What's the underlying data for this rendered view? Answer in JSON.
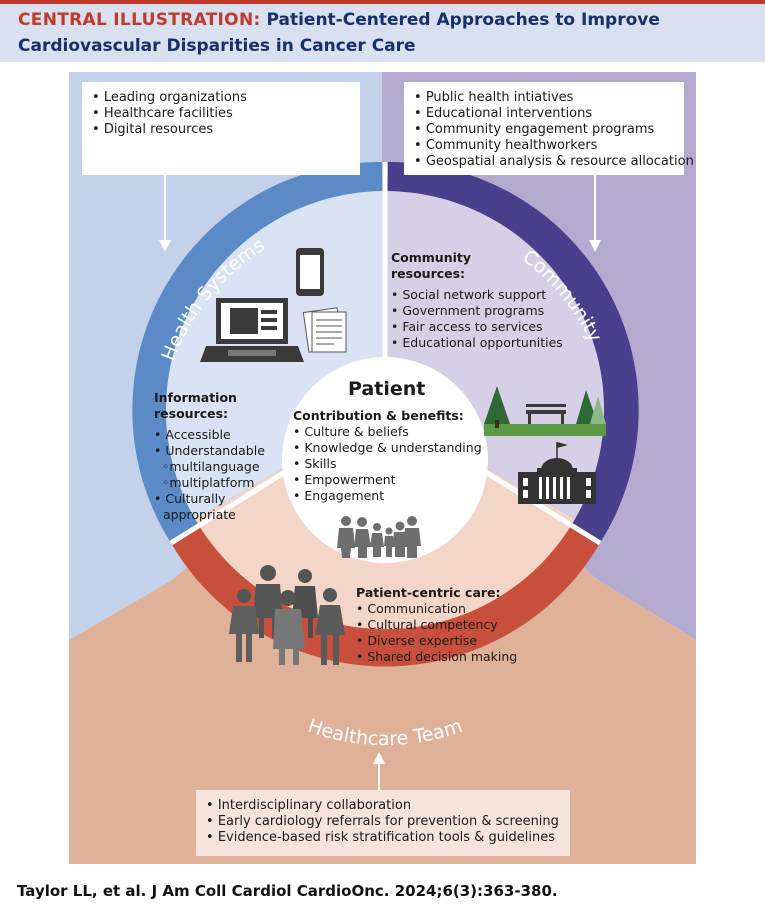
{
  "header": {
    "label": "CENTRAL ILLUSTRATION:",
    "title_line1": "Patient-Centered Approaches to Improve",
    "title_line2": "Cardiovascular Disparities in Cancer Care"
  },
  "health_systems": {
    "ring_label": "Health Systems",
    "outer_items": [
      "Leading organizations",
      "Healthcare facilities",
      "Digital resources"
    ],
    "inner_heading_line1": "Information",
    "inner_heading_line2": "resources:",
    "inner_items": [
      "Accessible",
      "Understandable"
    ],
    "sub_items": [
      "multilanguage",
      "multiplatform"
    ],
    "last_item_line1": "Culturally",
    "last_item_line2": "appropriate",
    "color": "#5b8ac6"
  },
  "community": {
    "ring_label": "Community",
    "outer_items": [
      "Public health intiatives",
      "Educational interventions",
      "Community engagement programs",
      "Community healthworkers",
      "Geospatial analysis & resource allocation"
    ],
    "inner_heading_line1": "Community",
    "inner_heading_line2": "resources:",
    "inner_items": [
      "Social network support",
      "Government programs",
      "Fair access to services",
      "Educational opportunities"
    ],
    "color": "#4a3f8c"
  },
  "healthcare_team": {
    "ring_label": "Healthcare Team",
    "outer_items": [
      "Interdisciplinary collaboration",
      "Early cardiology referrals for prevention & screening",
      "Evidence-based risk stratification tools & guidelines"
    ],
    "inner_heading": "Patient-centric care:",
    "inner_items": [
      "Communication",
      "Cultural competency",
      "Diverse expertise",
      "Shared decision making"
    ],
    "color": "#c94f3d"
  },
  "patient": {
    "title": "Patient",
    "heading": "Contribution & benefits:",
    "items": [
      "Culture & beliefs",
      "Knowledge & understanding",
      "Skills",
      "Empowerment",
      "Engagement"
    ]
  },
  "citation": "Taylor LL, et al. J Am Coll Cardiol CardioOnc. 2024;6(3):363-380."
}
